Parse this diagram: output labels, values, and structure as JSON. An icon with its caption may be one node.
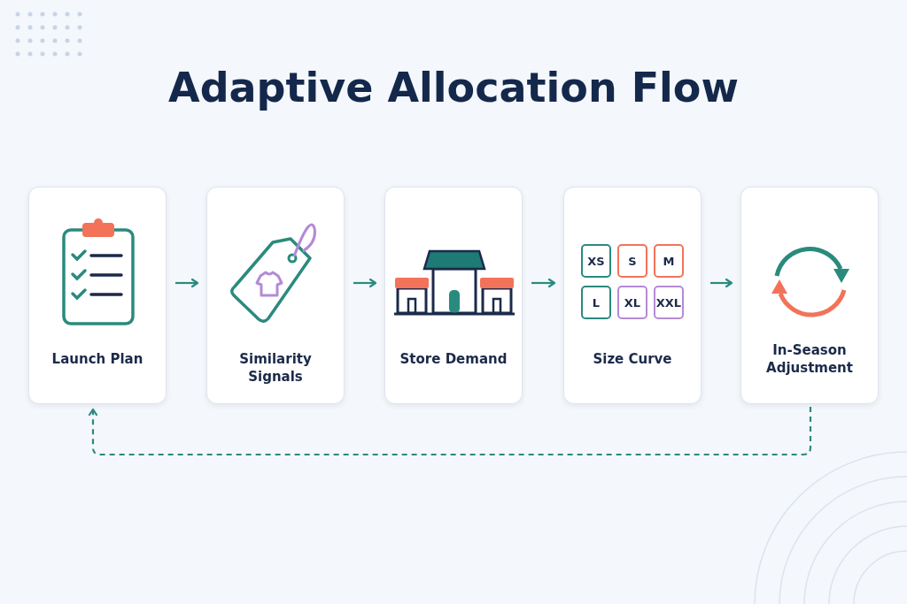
{
  "diagram": {
    "title": "Adaptive Allocation Flow",
    "nodes": [
      {
        "text": [
          "Launch Plan"
        ]
      },
      {
        "text": [
          "Similarity Signals"
        ]
      },
      {
        "text": [
          "Store Demand"
        ]
      },
      {
        "text": [
          "Size Curve"
        ]
      },
      {
        "text": [
          "XS"
        ],
        "in": 3
      },
      {
        "text": [
          "S"
        ],
        "in": 3
      },
      {
        "text": [
          "M"
        ],
        "in": 3
      },
      {
        "text": [
          "L"
        ],
        "in": 3
      },
      {
        "text": [
          "XL"
        ],
        "in": 3
      },
      {
        "text": [
          "XXL"
        ],
        "in": 3
      },
      {
        "text": [
          "In-Season Adjustment"
        ]
      }
    ],
    "edges": [
      {
        "from": 0,
        "to": 1,
        "arrow": "to"
      },
      {
        "from": 1,
        "to": 2,
        "arrow": "to"
      },
      {
        "from": 2,
        "to": 3,
        "arrow": "to"
      },
      {
        "from": 3,
        "to": 10,
        "arrow": "to"
      },
      {
        "from": 10,
        "to": 0,
        "arrow": "to",
        "style": "dashed"
      }
    ]
  }
}
